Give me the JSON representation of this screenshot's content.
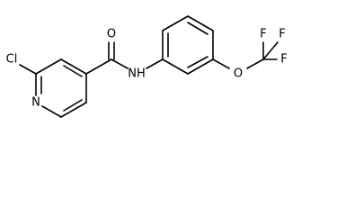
{
  "structure": {
    "atoms": {
      "cl": "Cl",
      "n_pyridine": "N",
      "nh": "NH",
      "o_carbonyl": "O",
      "o_ether": "O",
      "f_top_left": "F",
      "f_top_right": "F",
      "f_right": "F"
    }
  }
}
